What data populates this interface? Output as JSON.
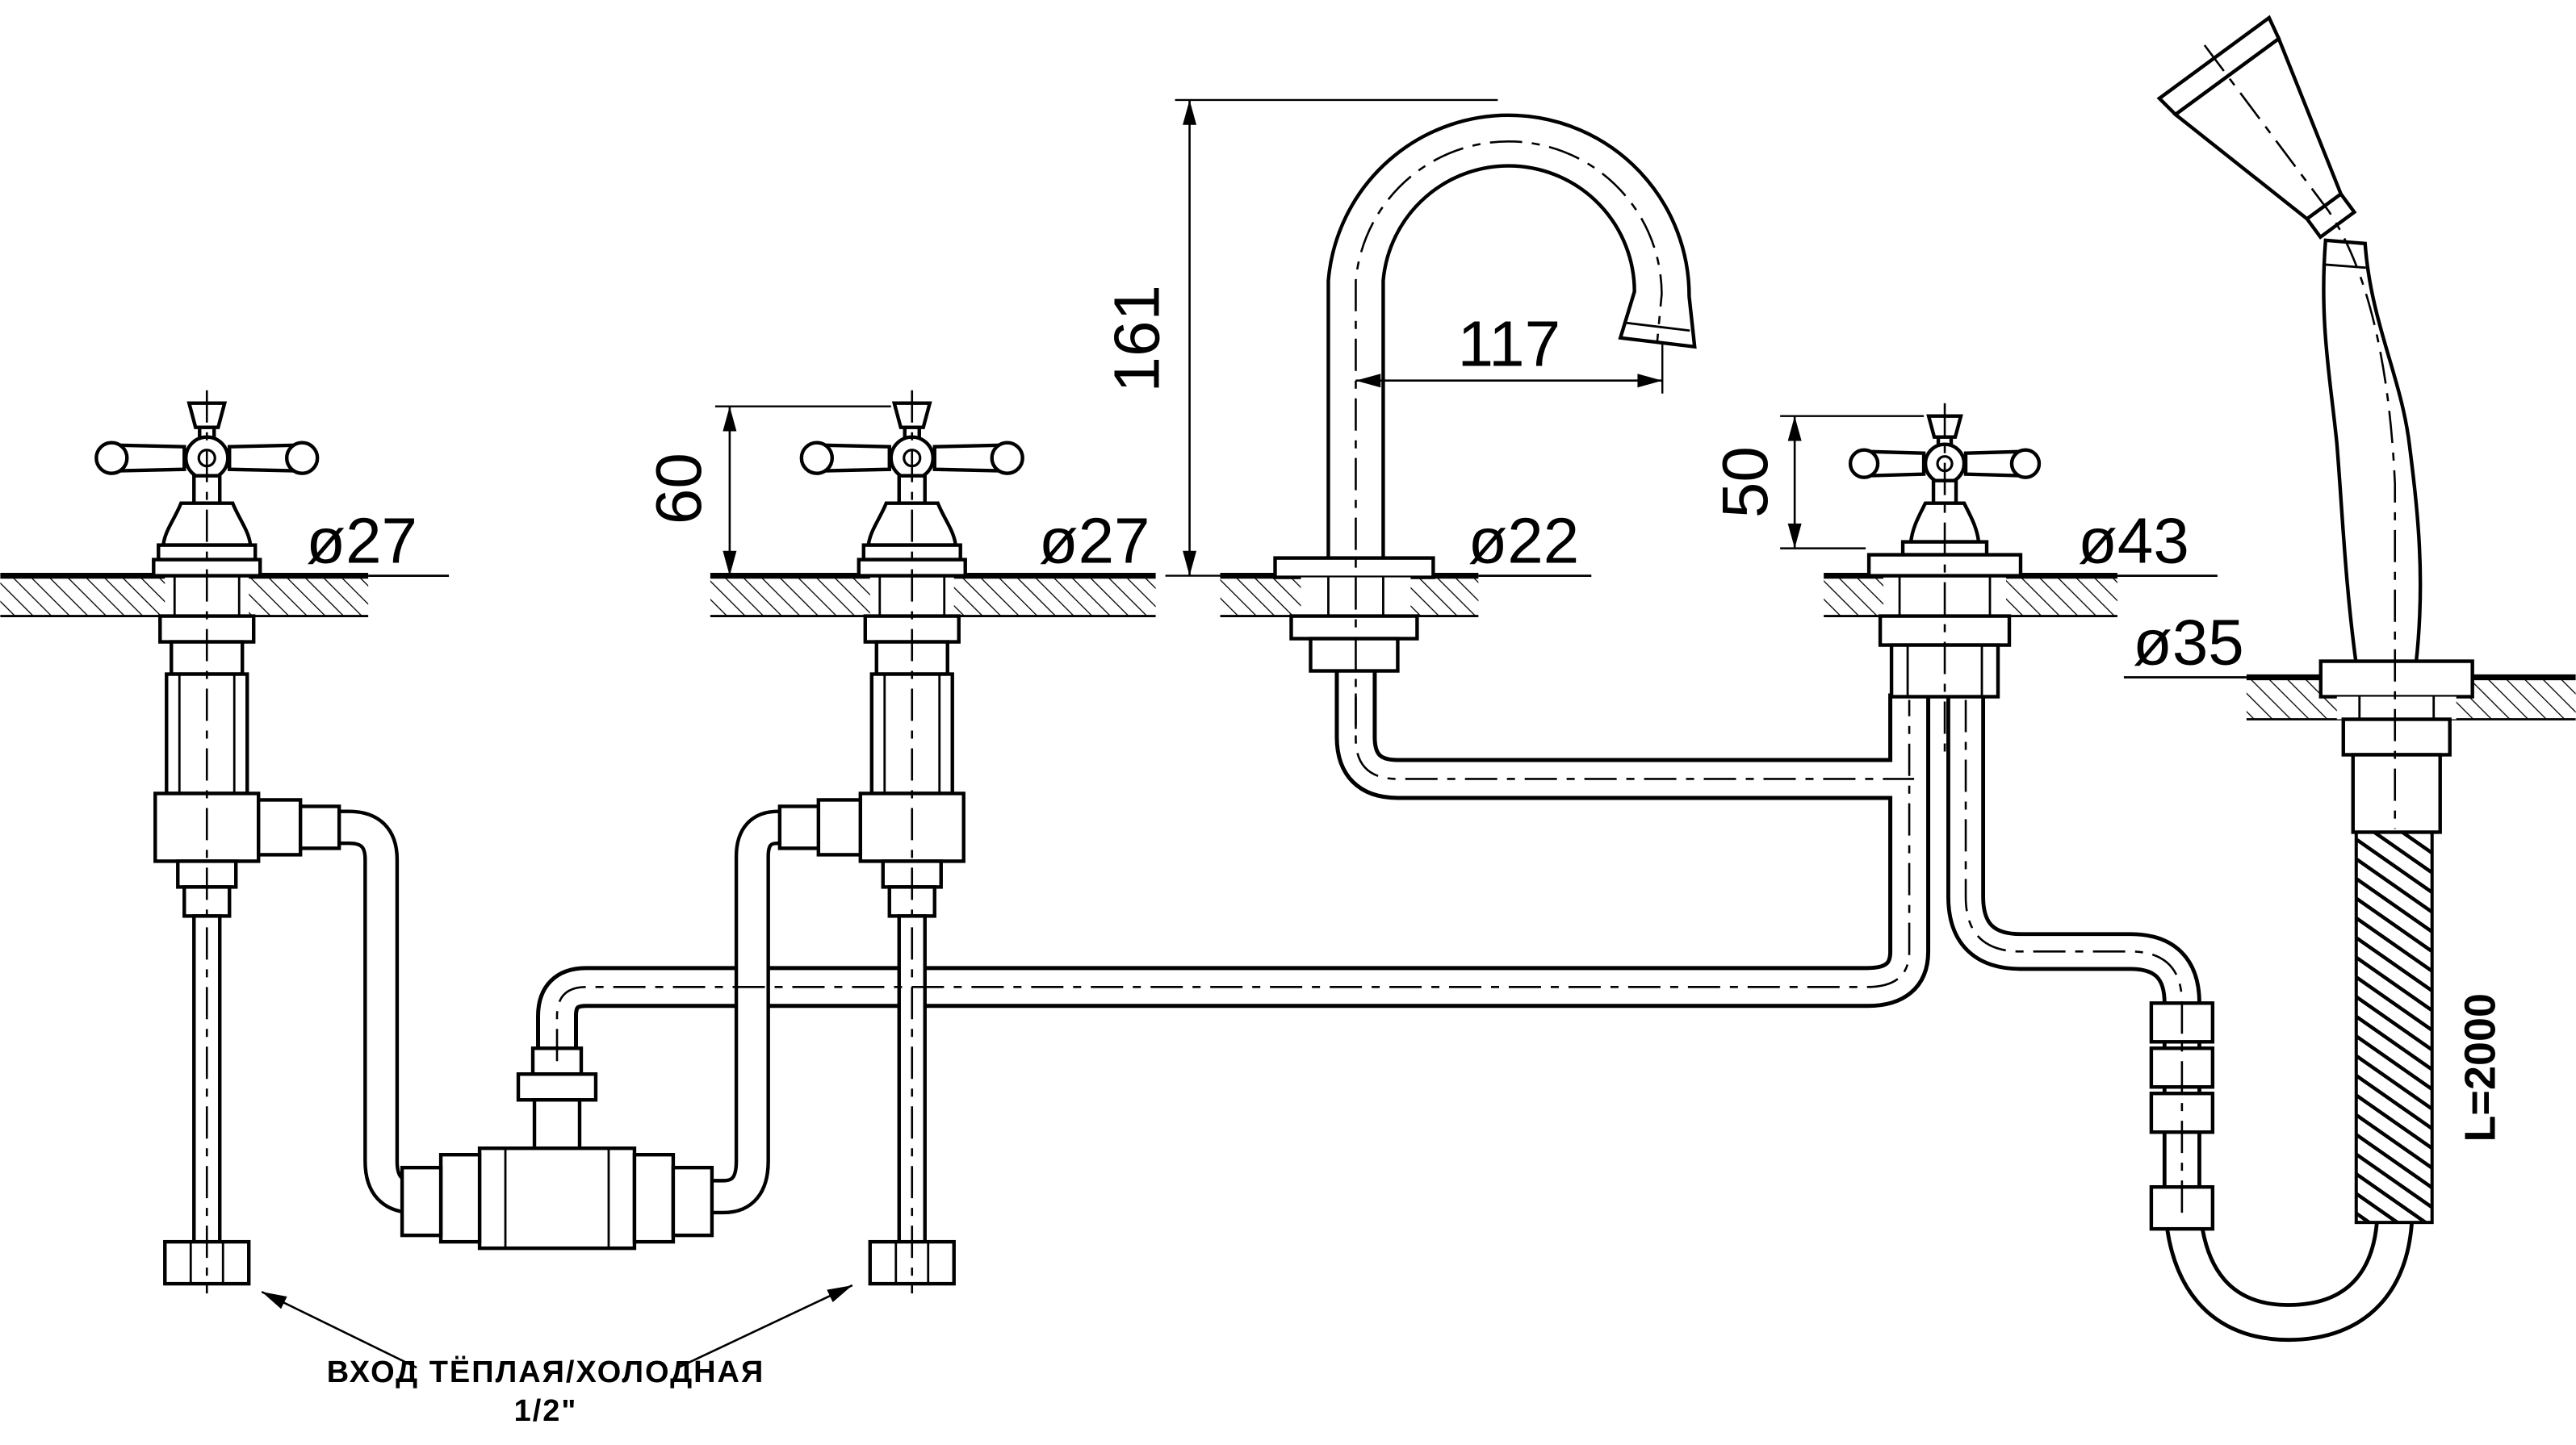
{
  "drawing": {
    "type": "technical-line-drawing",
    "subject": "4-hole deck-mounted bathtub mixer: two cross-handle valves, swan spout, diverter valve and hand shower with hose",
    "background_color": "#ffffff",
    "line_color": "#000000",
    "dimensions": {
      "spout_height": "161",
      "spout_reach": "117",
      "handle_height": "60",
      "diverter_handle_height": "50",
      "handle1_diameter": "ø27",
      "handle2_diameter": "ø27",
      "spout_base_diameter": "ø22",
      "diverter_diameter": "ø43",
      "shower_base_diameter": "ø35",
      "hose_length": "L=2000"
    },
    "note": {
      "line1": "ВХОД ТЁПЛАЯ/ХОЛОДНАЯ",
      "line2": "1/2\""
    }
  }
}
